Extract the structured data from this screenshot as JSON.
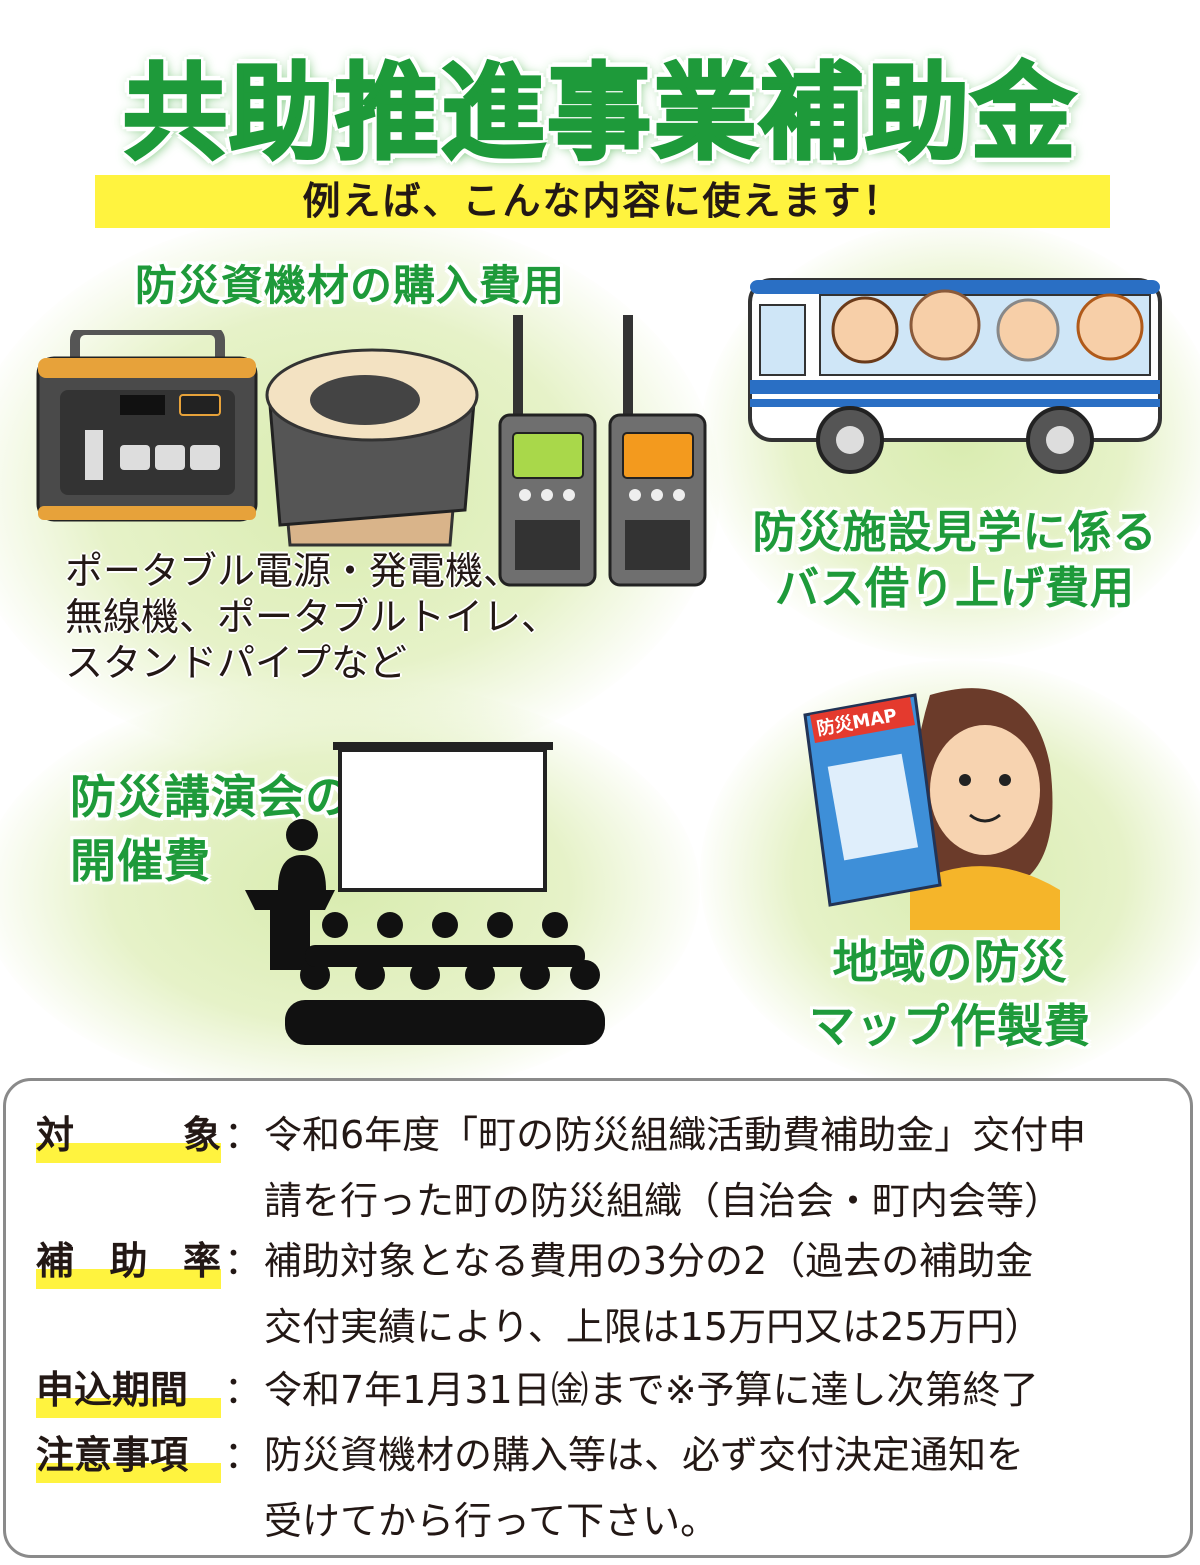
{
  "title": "共助推進事業補助金",
  "subtitle": "例えば、こんな内容に使えます！",
  "sections": {
    "equipment": {
      "label": "防災資機材の購入費用",
      "description_lines": [
        "ポータブル電源・発電機、",
        "無線機、ポータブルトイレ、",
        "スタンドパイプなど"
      ]
    },
    "bus": {
      "label_lines": [
        "防災施設見学に係る",
        "バス借り上げ費用"
      ]
    },
    "lecture": {
      "label_lines": [
        "防災講演会の",
        "開催費"
      ]
    },
    "map": {
      "label_lines": [
        "地域の防災",
        "マップ作製費"
      ],
      "map_sign": "防災MAP"
    }
  },
  "info": [
    {
      "key": [
        "対",
        "象"
      ],
      "value": "令和6年度「町の防災組織活動費補助金」交付申\n請を行った町の防災組織（自治会・町内会等）"
    },
    {
      "key": [
        "補",
        "助",
        "率"
      ],
      "value": "補助対象となる費用の3分の2（過去の補助金\n交付実績により、上限は15万円又は25万円）"
    },
    {
      "key": [
        "申込期間"
      ],
      "value": "令和7年1月31日㈮まで※予算に達し次第終了"
    },
    {
      "key": [
        "注意事項"
      ],
      "value": "防災資機材の購入等は、必ず交付決定通知を\n受けてから行って下さい。"
    }
  ],
  "colon": "：",
  "colors": {
    "green": "#1e9a3a",
    "yellow": "#fff33f",
    "blob": "#d9ecb0"
  }
}
